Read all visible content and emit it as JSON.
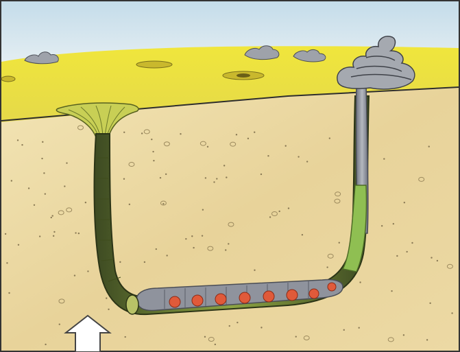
{
  "scene": {
    "subject": "burrow-cross-section",
    "elements": [
      "sky",
      "sand-surface",
      "underground-sediment",
      "u-shaped-burrow",
      "funnel-opening",
      "fecal-cast-mound",
      "worm-in-burrow",
      "surface-holes",
      "small-casts",
      "flow-arrow"
    ],
    "colors": {
      "sky": "#cfe3ee",
      "surface_sand": "#e9e13a",
      "sediment": "#ead9a7",
      "burrow_wall_green": "#8da442",
      "burrow_dark": "#3d4a22",
      "cast_grey": "#9ea2aa",
      "worm_grey": "#8f939d",
      "worm_green_tail": "#8fbf52",
      "gills_red": "#e05a3a",
      "arrow_fill": "#ffffff",
      "arrow_stroke": "#444444"
    }
  }
}
